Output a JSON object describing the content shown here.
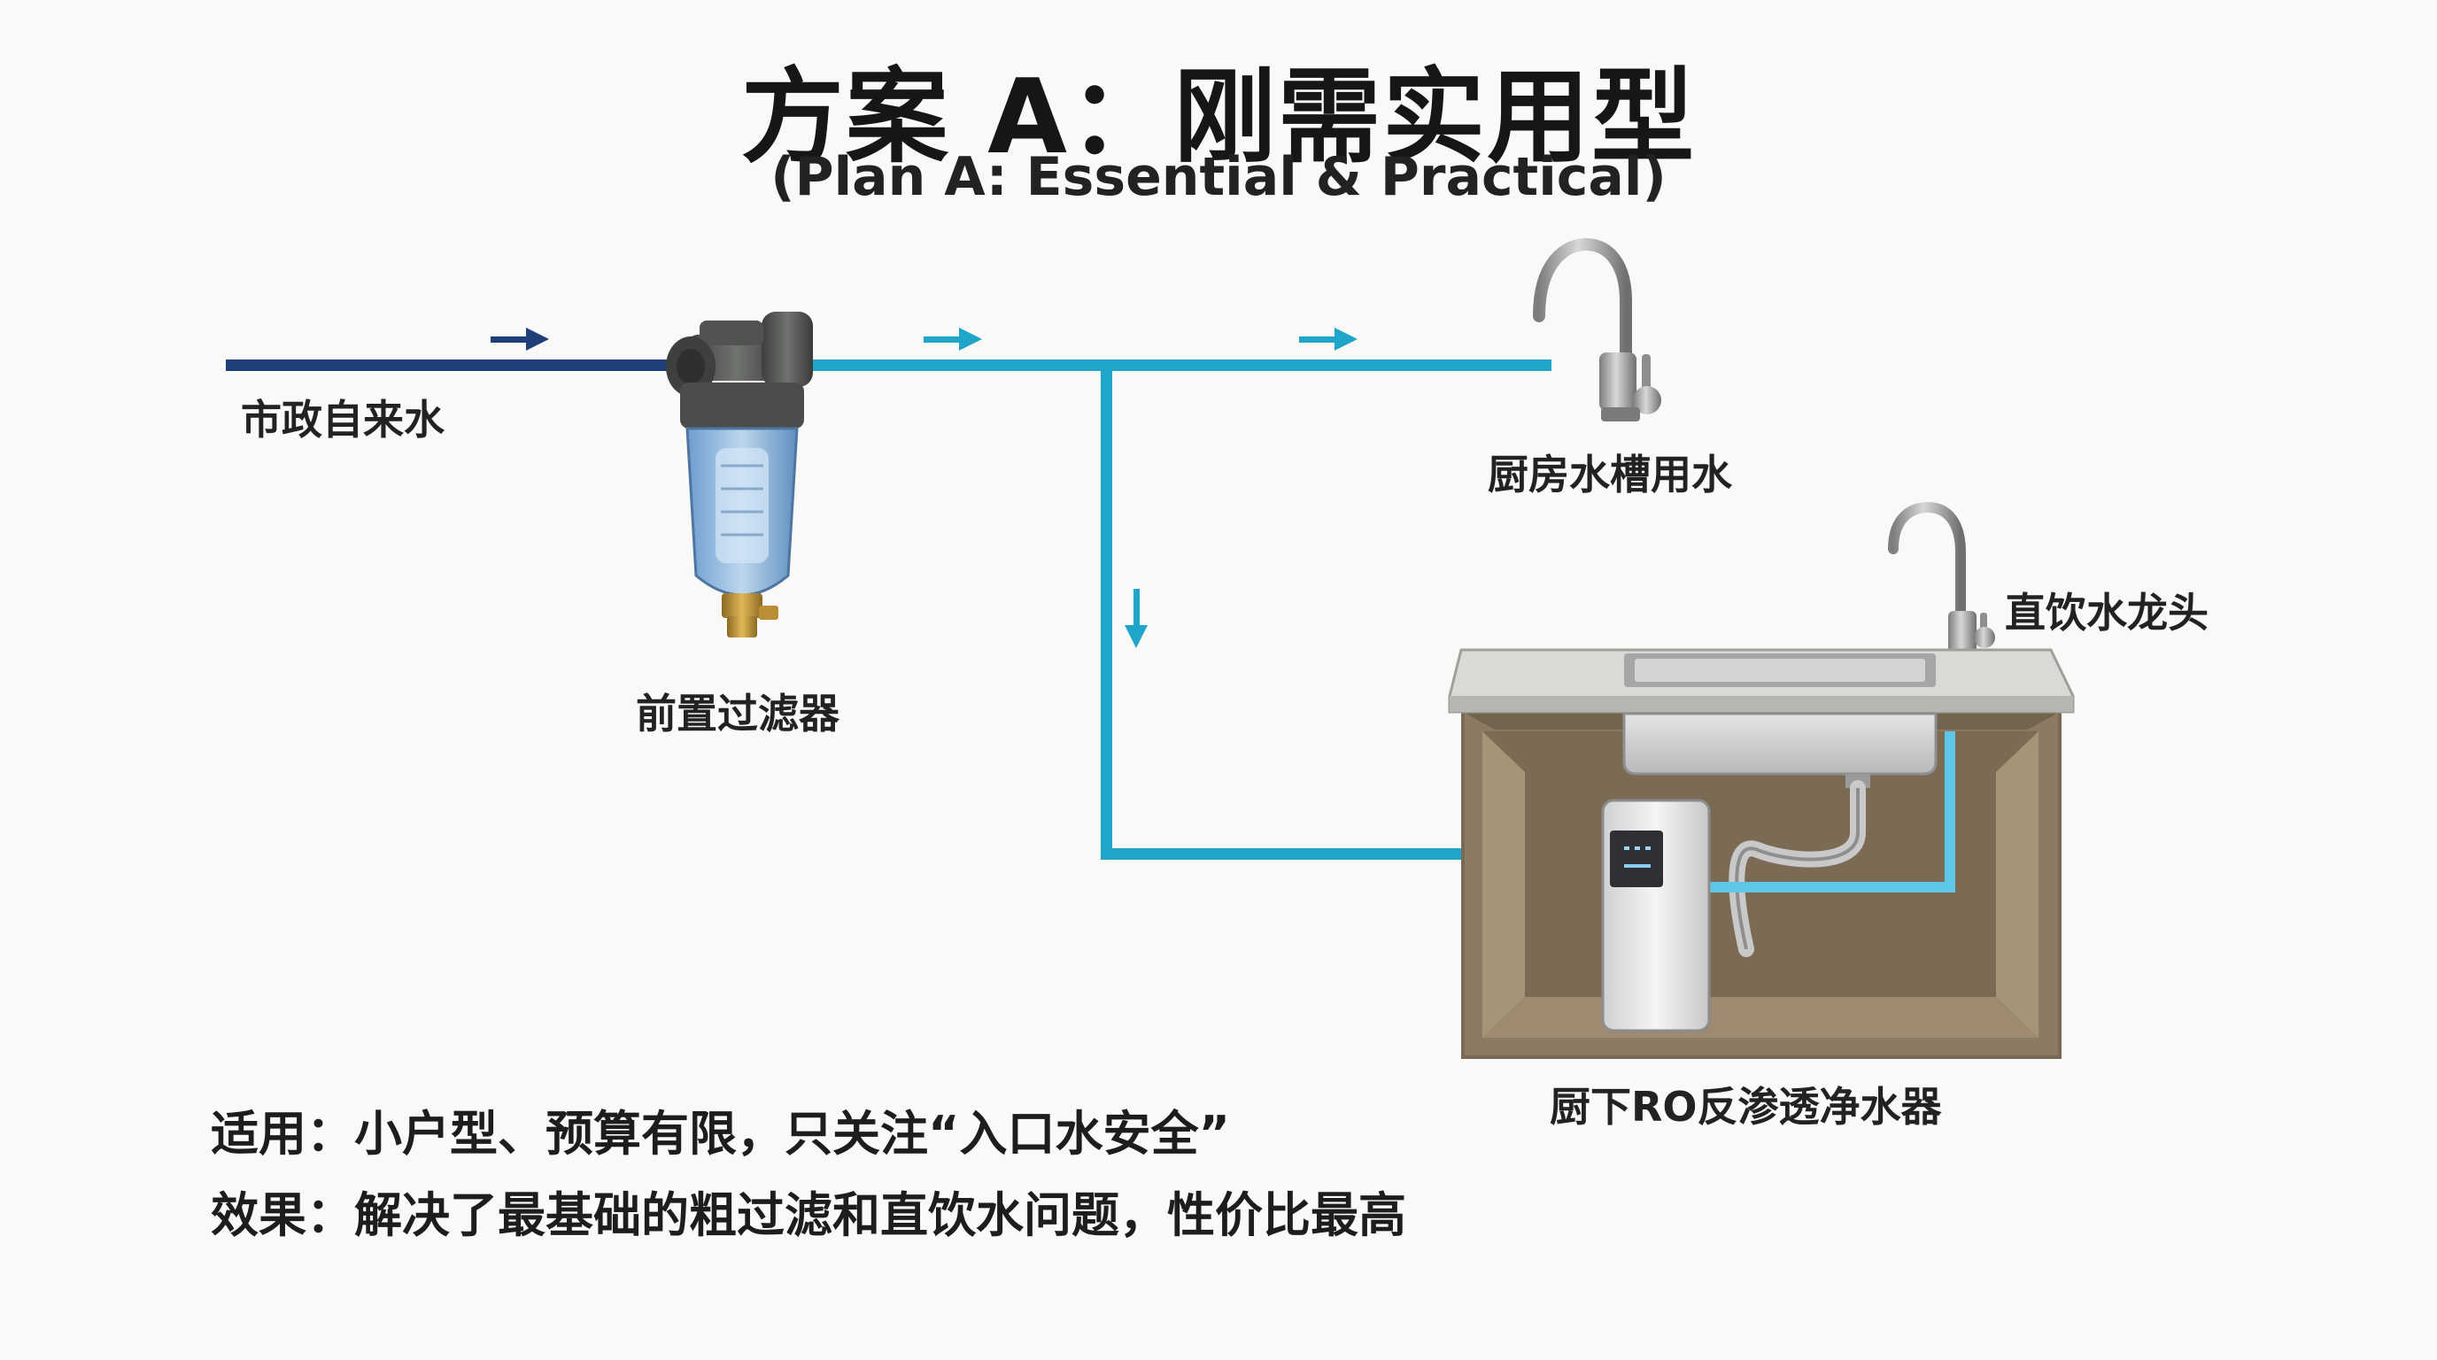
{
  "header": {
    "title": "方案 A：刚需实用型",
    "subtitle": "(Plan A: Essential & Practical)"
  },
  "labels": {
    "municipal_water": "市政自来水",
    "pre_filter": "前置过滤器",
    "kitchen_sink_water": "厨房水槽用水",
    "drinking_faucet": "直饮水龙头",
    "under_sink_ro": "厨下RO反渗透净水器"
  },
  "notes": {
    "applicable": "适用：小户型、预算有限，只关注“入口水安全”",
    "effect": "效果：解决了最基础的粗过滤和直饮水问题，性价比最高"
  },
  "colors": {
    "main_pipe": "#1f3f78",
    "filtered_pipe": "#1ea5c9",
    "ro_line": "#5ec6e6",
    "cabinet": "#8b7b64",
    "counter": "#d9d9d6",
    "chrome": "#9a9a9a"
  },
  "icons": {
    "flow_arrows": "arrow-right-icon",
    "down_arrow": "arrow-down-icon"
  }
}
